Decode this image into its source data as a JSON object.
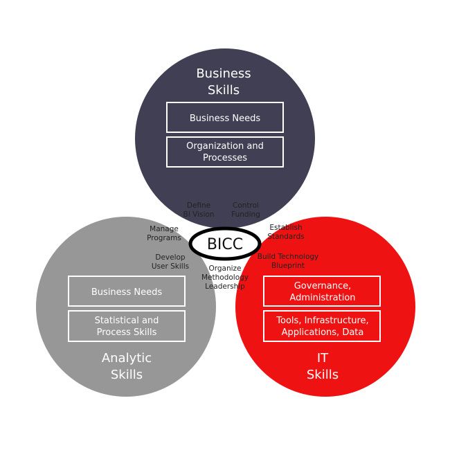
{
  "colors": {
    "business": "#403f54",
    "analytic": "#979797",
    "it": "#ee1212",
    "overlap_top": "#c9c9cf",
    "overlap_it_business": "#f5b8b8",
    "center": "#e5e5e5"
  },
  "business": {
    "title_line1": "Business",
    "title_line2": "Skills",
    "box1": "Business Needs",
    "box2_line1": "Organization and",
    "box2_line2": "Processes"
  },
  "analytic": {
    "title_line1": "Analytic",
    "title_line2": "Skills",
    "box1": "Business Needs",
    "box2_line1": "Statistical and",
    "box2_line2": "Process Skills"
  },
  "it": {
    "title_line1": "IT",
    "title_line2": "Skills",
    "box1_line1": "Governance,",
    "box1_line2": "Administration",
    "box2_line1": "Tools, Infrastructure,",
    "box2_line2": "Applications, Data"
  },
  "overlaps": {
    "define_1": "Define",
    "define_2": "BI Vision",
    "control_1": "Control",
    "control_2": "Funding",
    "manage_1": "Manage",
    "manage_2": "Programs",
    "develop_1": "Develop",
    "develop_2": "User Skills",
    "establish_1": "Establish",
    "establish_2": "Standards",
    "build_1": "Build Technology",
    "build_2": "Blueprint",
    "organize_1": "Organize",
    "organize_2": "Methodology",
    "organize_3": "Leadership"
  },
  "center_label": "BICC"
}
